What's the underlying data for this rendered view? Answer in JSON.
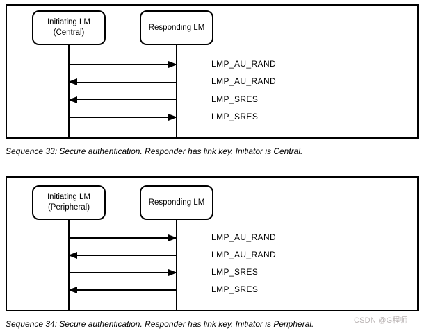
{
  "page": {
    "background": "#ffffff",
    "line_color": "#000000",
    "watermark": {
      "text": "CSDN @G程师",
      "color": "#b9b3b3"
    }
  },
  "diagrams": [
    {
      "left_box": {
        "line1": "Initiating LM",
        "line2": "(Central)"
      },
      "right_box": {
        "line1": "Responding LM"
      },
      "messages": [
        {
          "label": "LMP_AU_RAND",
          "direction": "right"
        },
        {
          "label": "LMP_AU_RAND",
          "direction": "left"
        },
        {
          "label": "LMP_SRES",
          "direction": "left"
        },
        {
          "label": "LMP_SRES",
          "direction": "right"
        }
      ],
      "caption": "Sequence 33: Secure authentication. Responder has link key. Initiator is Central."
    },
    {
      "left_box": {
        "line1": "Initiating LM",
        "line2": "(Peripheral)"
      },
      "right_box": {
        "line1": "Responding LM"
      },
      "messages": [
        {
          "label": "LMP_AU_RAND",
          "direction": "right"
        },
        {
          "label": "LMP_AU_RAND",
          "direction": "left"
        },
        {
          "label": "LMP_SRES",
          "direction": "right"
        },
        {
          "label": "LMP_SRES",
          "direction": "left"
        }
      ],
      "caption": "Sequence 34: Secure authentication. Responder has link key. Initiator is Peripheral."
    }
  ]
}
